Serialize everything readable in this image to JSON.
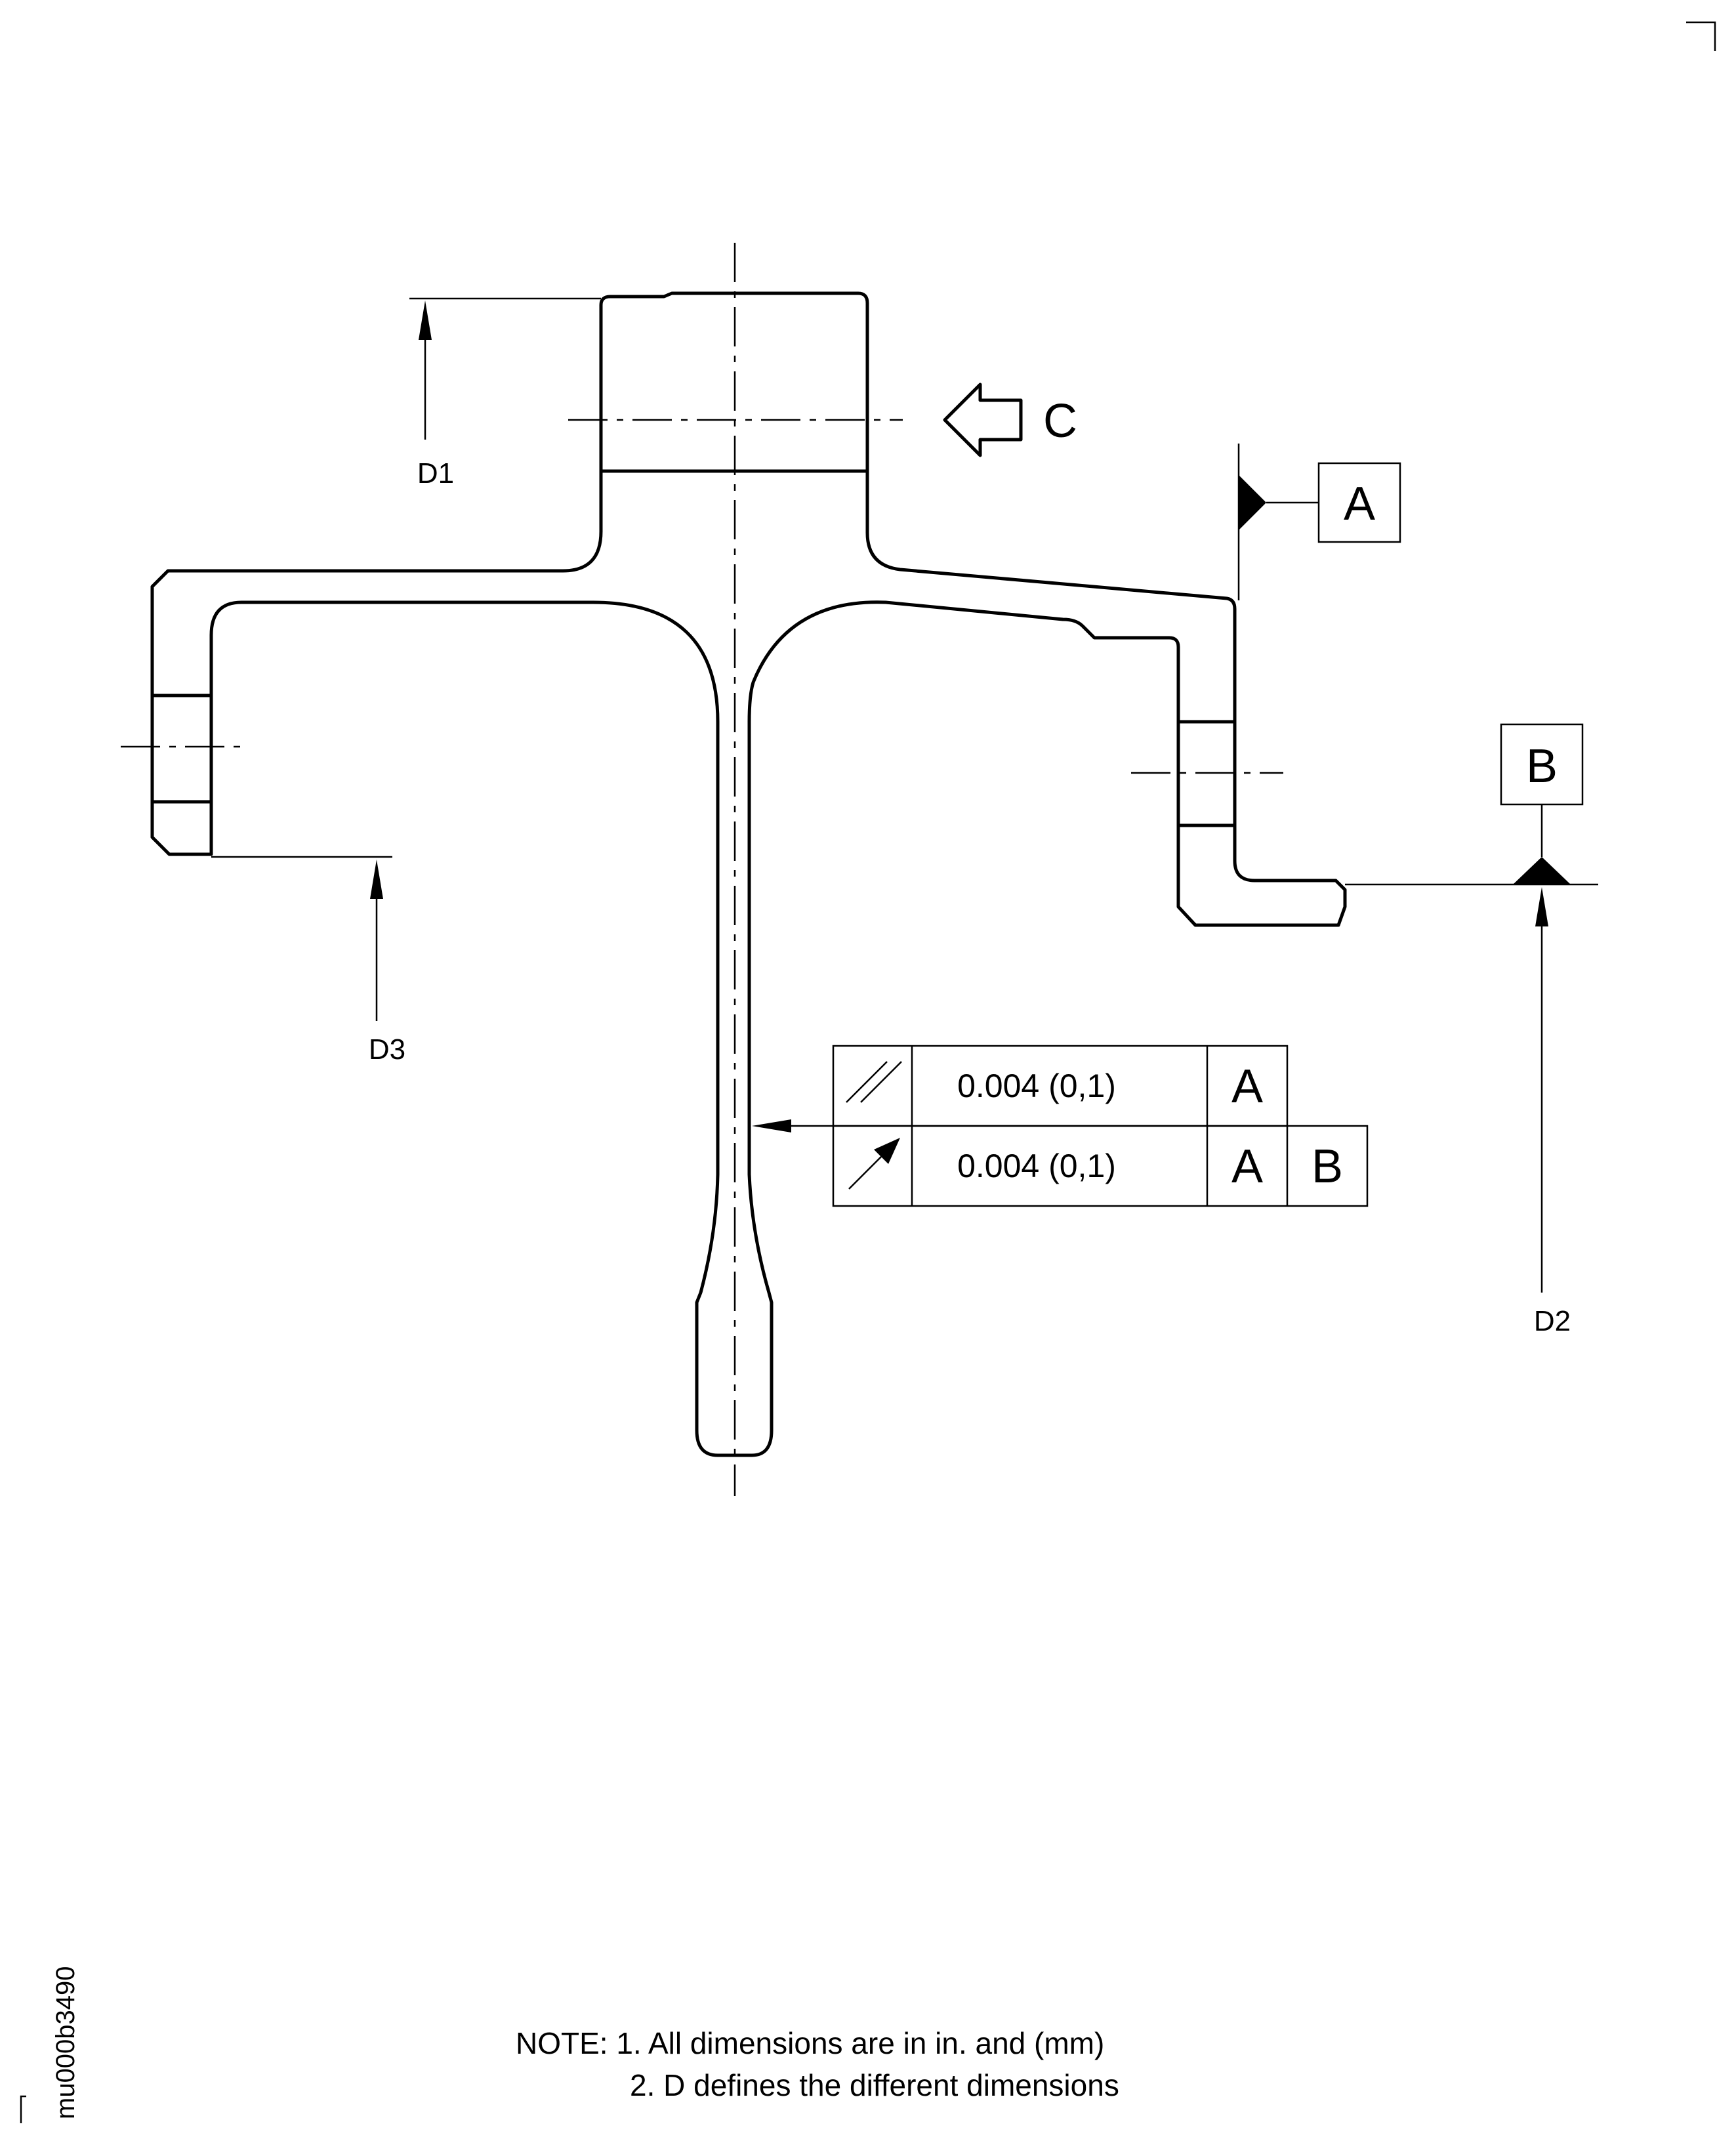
{
  "labels": {
    "d1": "D1",
    "d2": "D2",
    "d3": "D3",
    "view_c": "C",
    "datum_a": "A",
    "datum_b": "B"
  },
  "fcf": {
    "rows": [
      {
        "symbol": "parallelism-icon",
        "tolerance": "0.004 (0,1)",
        "refs": [
          "A"
        ]
      },
      {
        "symbol": "runout-icon",
        "tolerance": "0.004 (0,1)",
        "refs": [
          "A",
          "B"
        ]
      }
    ]
  },
  "notes": {
    "line1": "NOTE: 1. All dimensions are in in. and (mm)",
    "line2": "2. D defines the different dimensions"
  },
  "figure_id": "mu000b3490"
}
